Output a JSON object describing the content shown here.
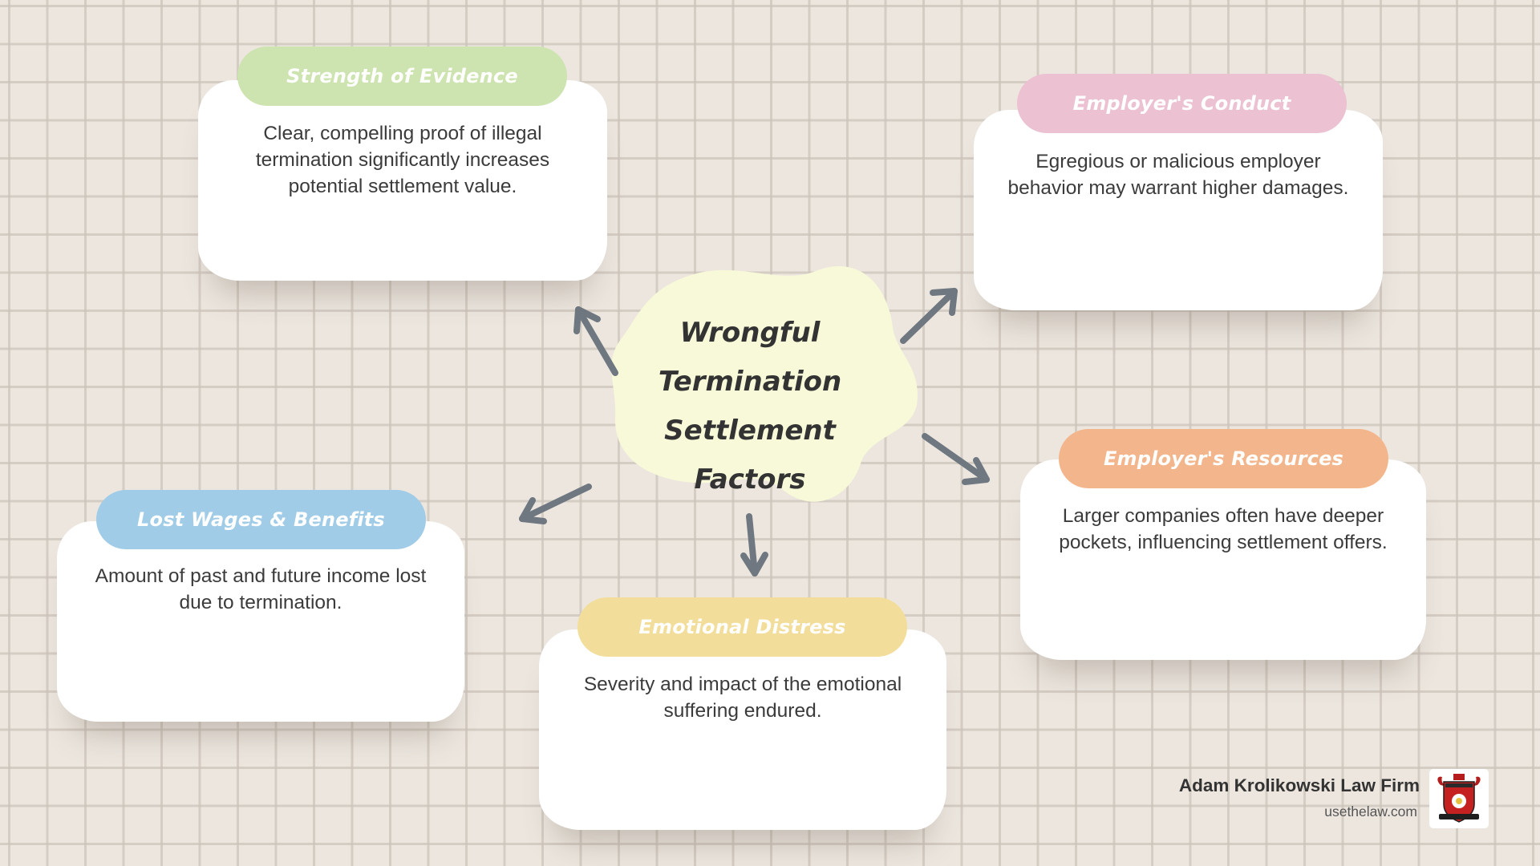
{
  "center": {
    "title_lines": [
      "Wrongful",
      "Termination",
      "Settlement Factors"
    ]
  },
  "factors": [
    {
      "title": "Strength of Evidence",
      "description": "Clear, compelling proof of illegal termination significantly increases potential settlement value.",
      "color": "#cde3b0"
    },
    {
      "title": "Employer's Conduct",
      "description": "Egregious or malicious employer behavior may warrant higher damages.",
      "color": "#ecc1d2"
    },
    {
      "title": "Employer's Resources",
      "description": "Larger companies often have deeper pockets, influencing settlement offers.",
      "color": "#f3b68c"
    },
    {
      "title": "Emotional Distress",
      "description": "Severity and impact of the emotional suffering endured.",
      "color": "#f2de9a"
    },
    {
      "title": "Lost Wages & Benefits",
      "description": "Amount of past and future income lost due to termination.",
      "color": "#a0cce8"
    }
  ],
  "footer": {
    "firm_name": "Adam Krolikowski Law Firm",
    "website": "usethelaw.com",
    "logo_icon": "law-firm-crest-logo"
  },
  "colors": {
    "background": "#ece6df",
    "grid_line": "#cdc4bb",
    "center_blob": "#f8f9d8",
    "arrow": "#6f7780",
    "text": "#3b3b3b"
  }
}
